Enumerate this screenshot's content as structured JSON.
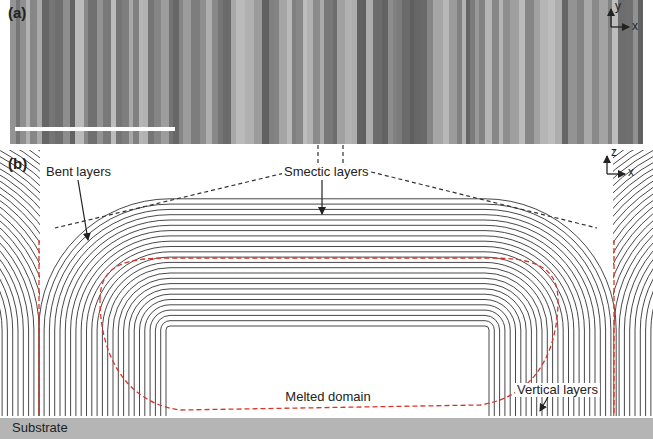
{
  "diagram": {
    "nodes": [
      {
        "text": [
          "Substrate"
        ]
      }
    ],
    "labels": [
      "(a)",
      "y",
      "x",
      "(b)",
      "z",
      "x",
      "Bent layers",
      "Smectic layers",
      "Melted domain",
      "Vertical layers"
    ]
  }
}
